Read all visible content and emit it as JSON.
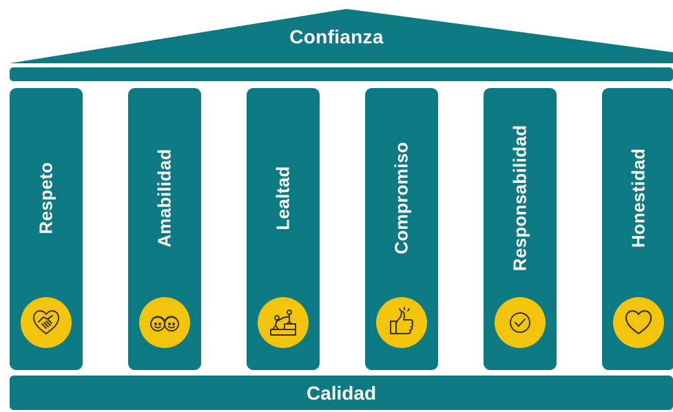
{
  "colors": {
    "primary": "#0d7a83",
    "accent": "#f2c40c",
    "icon_stroke": "#3b3322",
    "background": "#ffffff"
  },
  "roof": {
    "title": "Confianza"
  },
  "pillars": [
    {
      "label": "Respeto",
      "icon": "handshake-heart-icon"
    },
    {
      "label": "Amabilidad",
      "icon": "two-faces-icon"
    },
    {
      "label": "Lealtad",
      "icon": "helping-hand-climb-icon"
    },
    {
      "label": "Compromiso",
      "icon": "thumbs-up-icon"
    },
    {
      "label": "Responsabilidad",
      "icon": "check-circle-icon"
    },
    {
      "label": "Honestidad",
      "icon": "heart-icon"
    }
  ],
  "base": {
    "title": "Calidad"
  }
}
